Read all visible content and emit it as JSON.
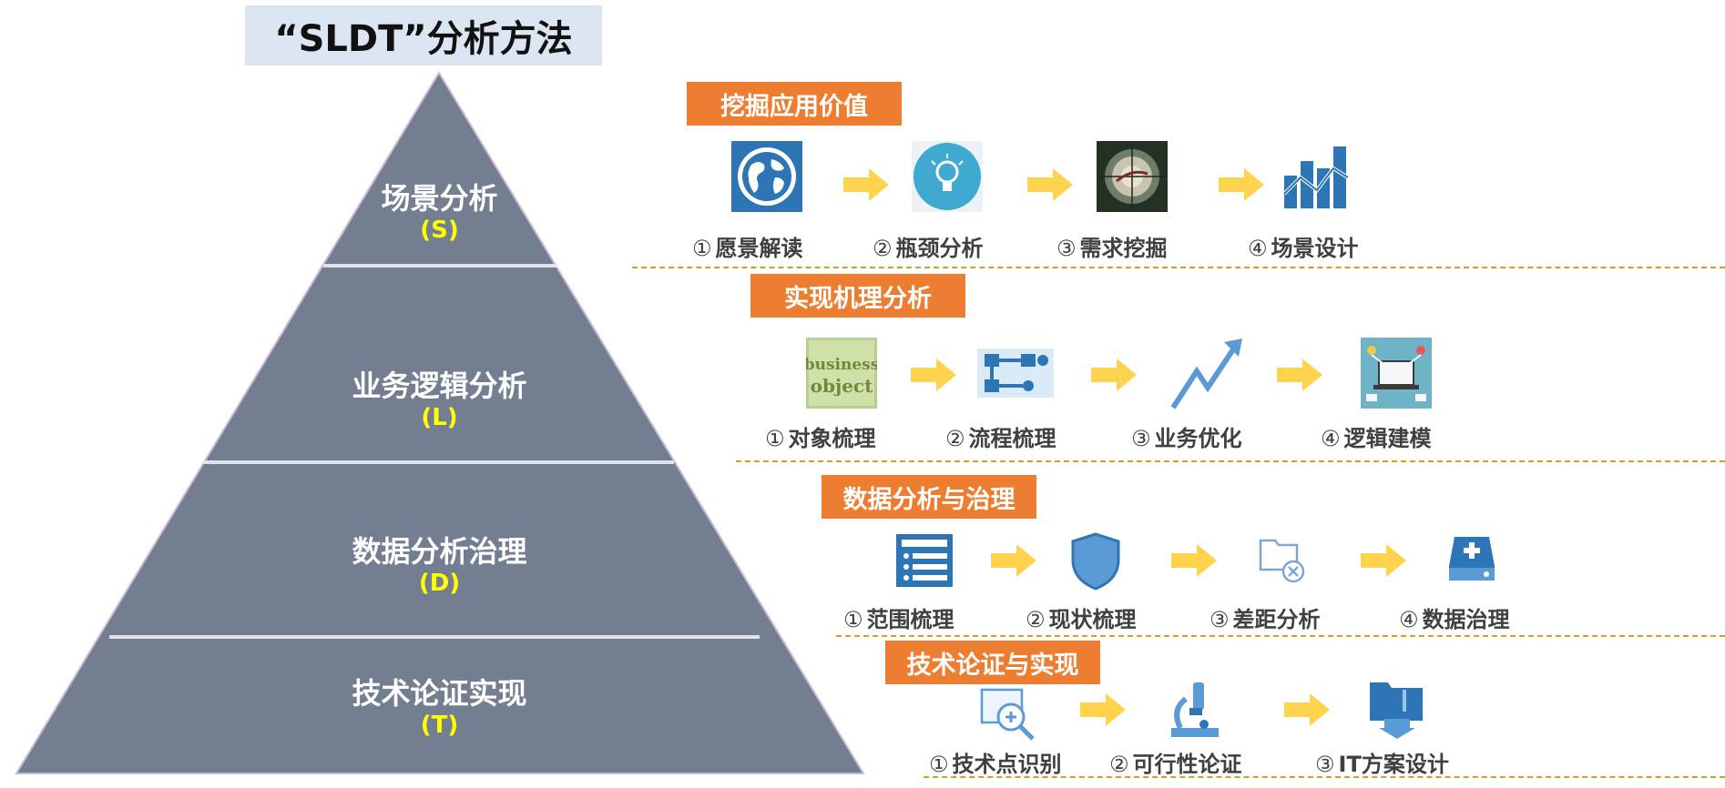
{
  "title": "“SLDT”分析方法",
  "colors": {
    "pyramid": "#737f91",
    "header": "#ed7d31",
    "arrow": "#ffd34d",
    "code": "#ffff00",
    "icon_blue": "#2e75b6"
  },
  "pyramid": [
    {
      "name": "场景分析",
      "code": "(S)"
    },
    {
      "name": "业务逻辑分析",
      "code": "(L)"
    },
    {
      "name": "数据分析治理",
      "code": "(D)"
    },
    {
      "name": "技术论证实现",
      "code": "(T)"
    }
  ],
  "sections": [
    {
      "header": "挖掘应用价值",
      "steps": [
        {
          "num": "①",
          "label": "愿景解读",
          "icon": "globe-icon"
        },
        {
          "num": "②",
          "label": "瓶颈分析",
          "icon": "lightbulb-icon"
        },
        {
          "num": "③",
          "label": "需求挖掘",
          "icon": "target-icon"
        },
        {
          "num": "④",
          "label": "场景设计",
          "icon": "bar-chart-icon"
        }
      ]
    },
    {
      "header": "实现机理分析",
      "steps": [
        {
          "num": "①",
          "label": "对象梳理",
          "icon": "business-object-icon",
          "icon_text": [
            "business",
            "object"
          ]
        },
        {
          "num": "②",
          "label": "流程梳理",
          "icon": "flowchart-icon"
        },
        {
          "num": "③",
          "label": "业务优化",
          "icon": "trend-arrow-icon"
        },
        {
          "num": "④",
          "label": "逻辑建模",
          "icon": "laptop-model-icon"
        }
      ]
    },
    {
      "header": "数据分析与治理",
      "steps": [
        {
          "num": "①",
          "label": "范围梳理",
          "icon": "list-icon"
        },
        {
          "num": "②",
          "label": "现状梳理",
          "icon": "shield-icon"
        },
        {
          "num": "③",
          "label": "差距分析",
          "icon": "folder-x-icon"
        },
        {
          "num": "④",
          "label": "数据治理",
          "icon": "database-plus-icon"
        }
      ]
    },
    {
      "header": "技术论证与实现",
      "steps": [
        {
          "num": "①",
          "label": "技术点识别",
          "icon": "magnifier-icon"
        },
        {
          "num": "②",
          "label": "可行性论证",
          "icon": "microscope-icon"
        },
        {
          "num": "③",
          "label": "IT方案设计",
          "icon": "download-folder-icon"
        }
      ]
    }
  ]
}
